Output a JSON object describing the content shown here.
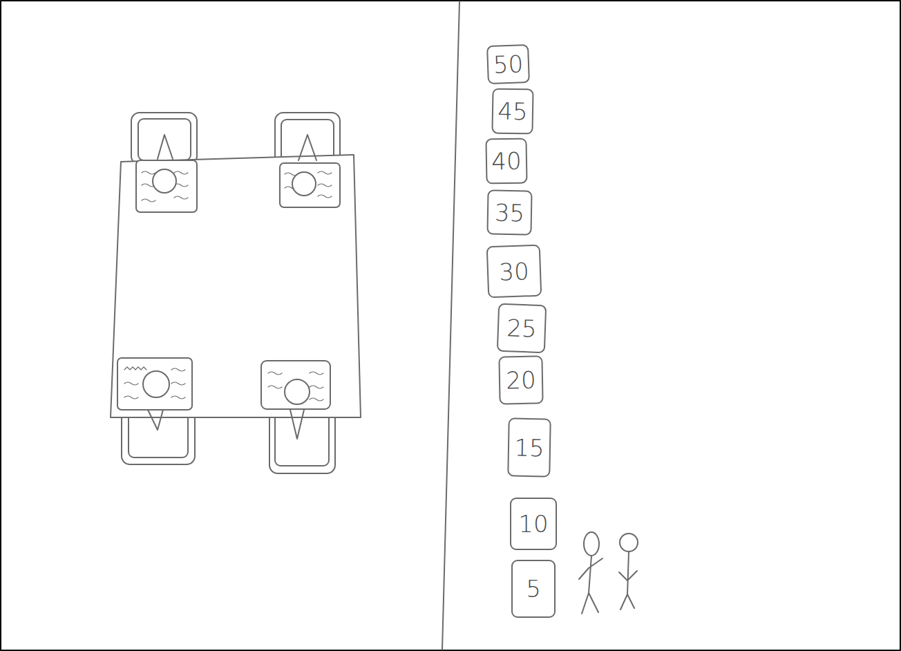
{
  "diagram": {
    "nodes": [
      {
        "text": [
          "50"
        ]
      },
      {
        "text": [
          "45"
        ]
      },
      {
        "text": [
          "40"
        ]
      },
      {
        "text": [
          "35"
        ]
      },
      {
        "text": [
          "30"
        ]
      },
      {
        "text": [
          "25"
        ]
      },
      {
        "text": [
          "20"
        ]
      },
      {
        "text": [
          "15"
        ]
      },
      {
        "text": [
          "10"
        ]
      },
      {
        "text": [
          "5"
        ]
      }
    ]
  }
}
